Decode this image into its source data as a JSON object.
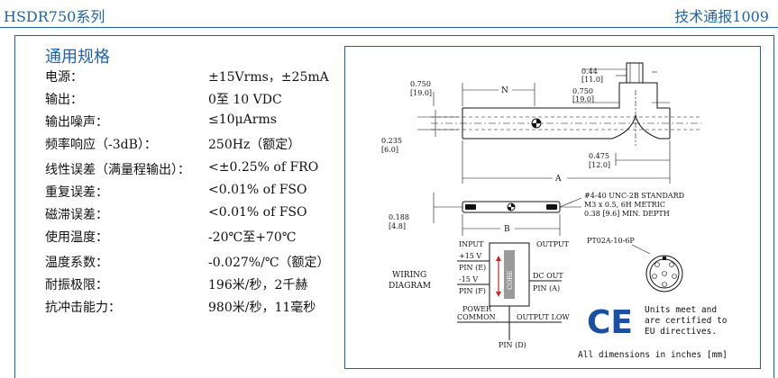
{
  "header": {
    "series_title": "HSDR750系列",
    "bulletin": "技术通报1009"
  },
  "specs": {
    "heading": "通用规格",
    "rows": [
      {
        "label": "电源：",
        "value": "±15Vrms，±25mA"
      },
      {
        "label": "输出：",
        "value": "0至 10 VDC"
      },
      {
        "label": "输出噪声：",
        "value": "≤10μArms"
      },
      {
        "label": "频率响应（-3dB）：",
        "value": "250Hz（额定）"
      },
      {
        "label": "线性误差（满量程输出）：",
        "value": "<±0.25% of FRO"
      },
      {
        "label": "重复误差：",
        "value": "<0.01% of FSO"
      },
      {
        "label": "磁滞误差：",
        "value": "<0.01% of FSO"
      },
      {
        "label": "使用温度：",
        "value": "-20℃至+70℃"
      },
      {
        "label": "温度系数：",
        "value": "-0.027%/℃（额定）"
      },
      {
        "label": "耐振极限：",
        "value": "196米/秒，2千赫"
      },
      {
        "label": "抗冲击能力：",
        "value": "980米/秒，11毫秒"
      }
    ]
  },
  "drawing": {
    "dims": {
      "d0750_left": "0.750",
      "d0750_left_mm": "[19.0]",
      "n_label": "N",
      "d044": "0.44",
      "d044_mm": "[11.0]",
      "d0750_right": "0.750",
      "d0750_right_mm": "[19.0]",
      "d0235": "0.235",
      "d0235_mm": "[6.0]",
      "d0475": "0.475",
      "d0475_mm": "[12.0]",
      "a_label": "A",
      "thread_1": "#4-40 UNC-2B STANDARD",
      "thread_2": "M3 x 0.5, 6H METRIC",
      "thread_3": "0.38 [9.6] MIN. DEPTH",
      "d0188": "0.188",
      "d0188_mm": "[4.8]",
      "b_label": "B"
    },
    "wiring": {
      "input": "INPUT",
      "output": "OUTPUT",
      "plus15": "+15 V",
      "pin_e": "PIN (E)",
      "minus15": "-15 V",
      "pin_f": "PIN (F)",
      "core": "CORE",
      "dc_out": "DC OUT",
      "pin_a": "PIN (A)",
      "title_1": "WIRING",
      "title_2": "DIAGRAM",
      "power_1": "POWER",
      "power_2": "COMMON",
      "output_low": "OUTPUT LOW",
      "pin_d": "PIN (D)"
    },
    "connector_label": "PT02A-10-6P",
    "ce": {
      "mark": "CE",
      "note_1": "Units meet and",
      "note_2": "are certified to",
      "note_3": "EU directives."
    },
    "dimensions_note": "All dimensions in inches [mm]"
  }
}
